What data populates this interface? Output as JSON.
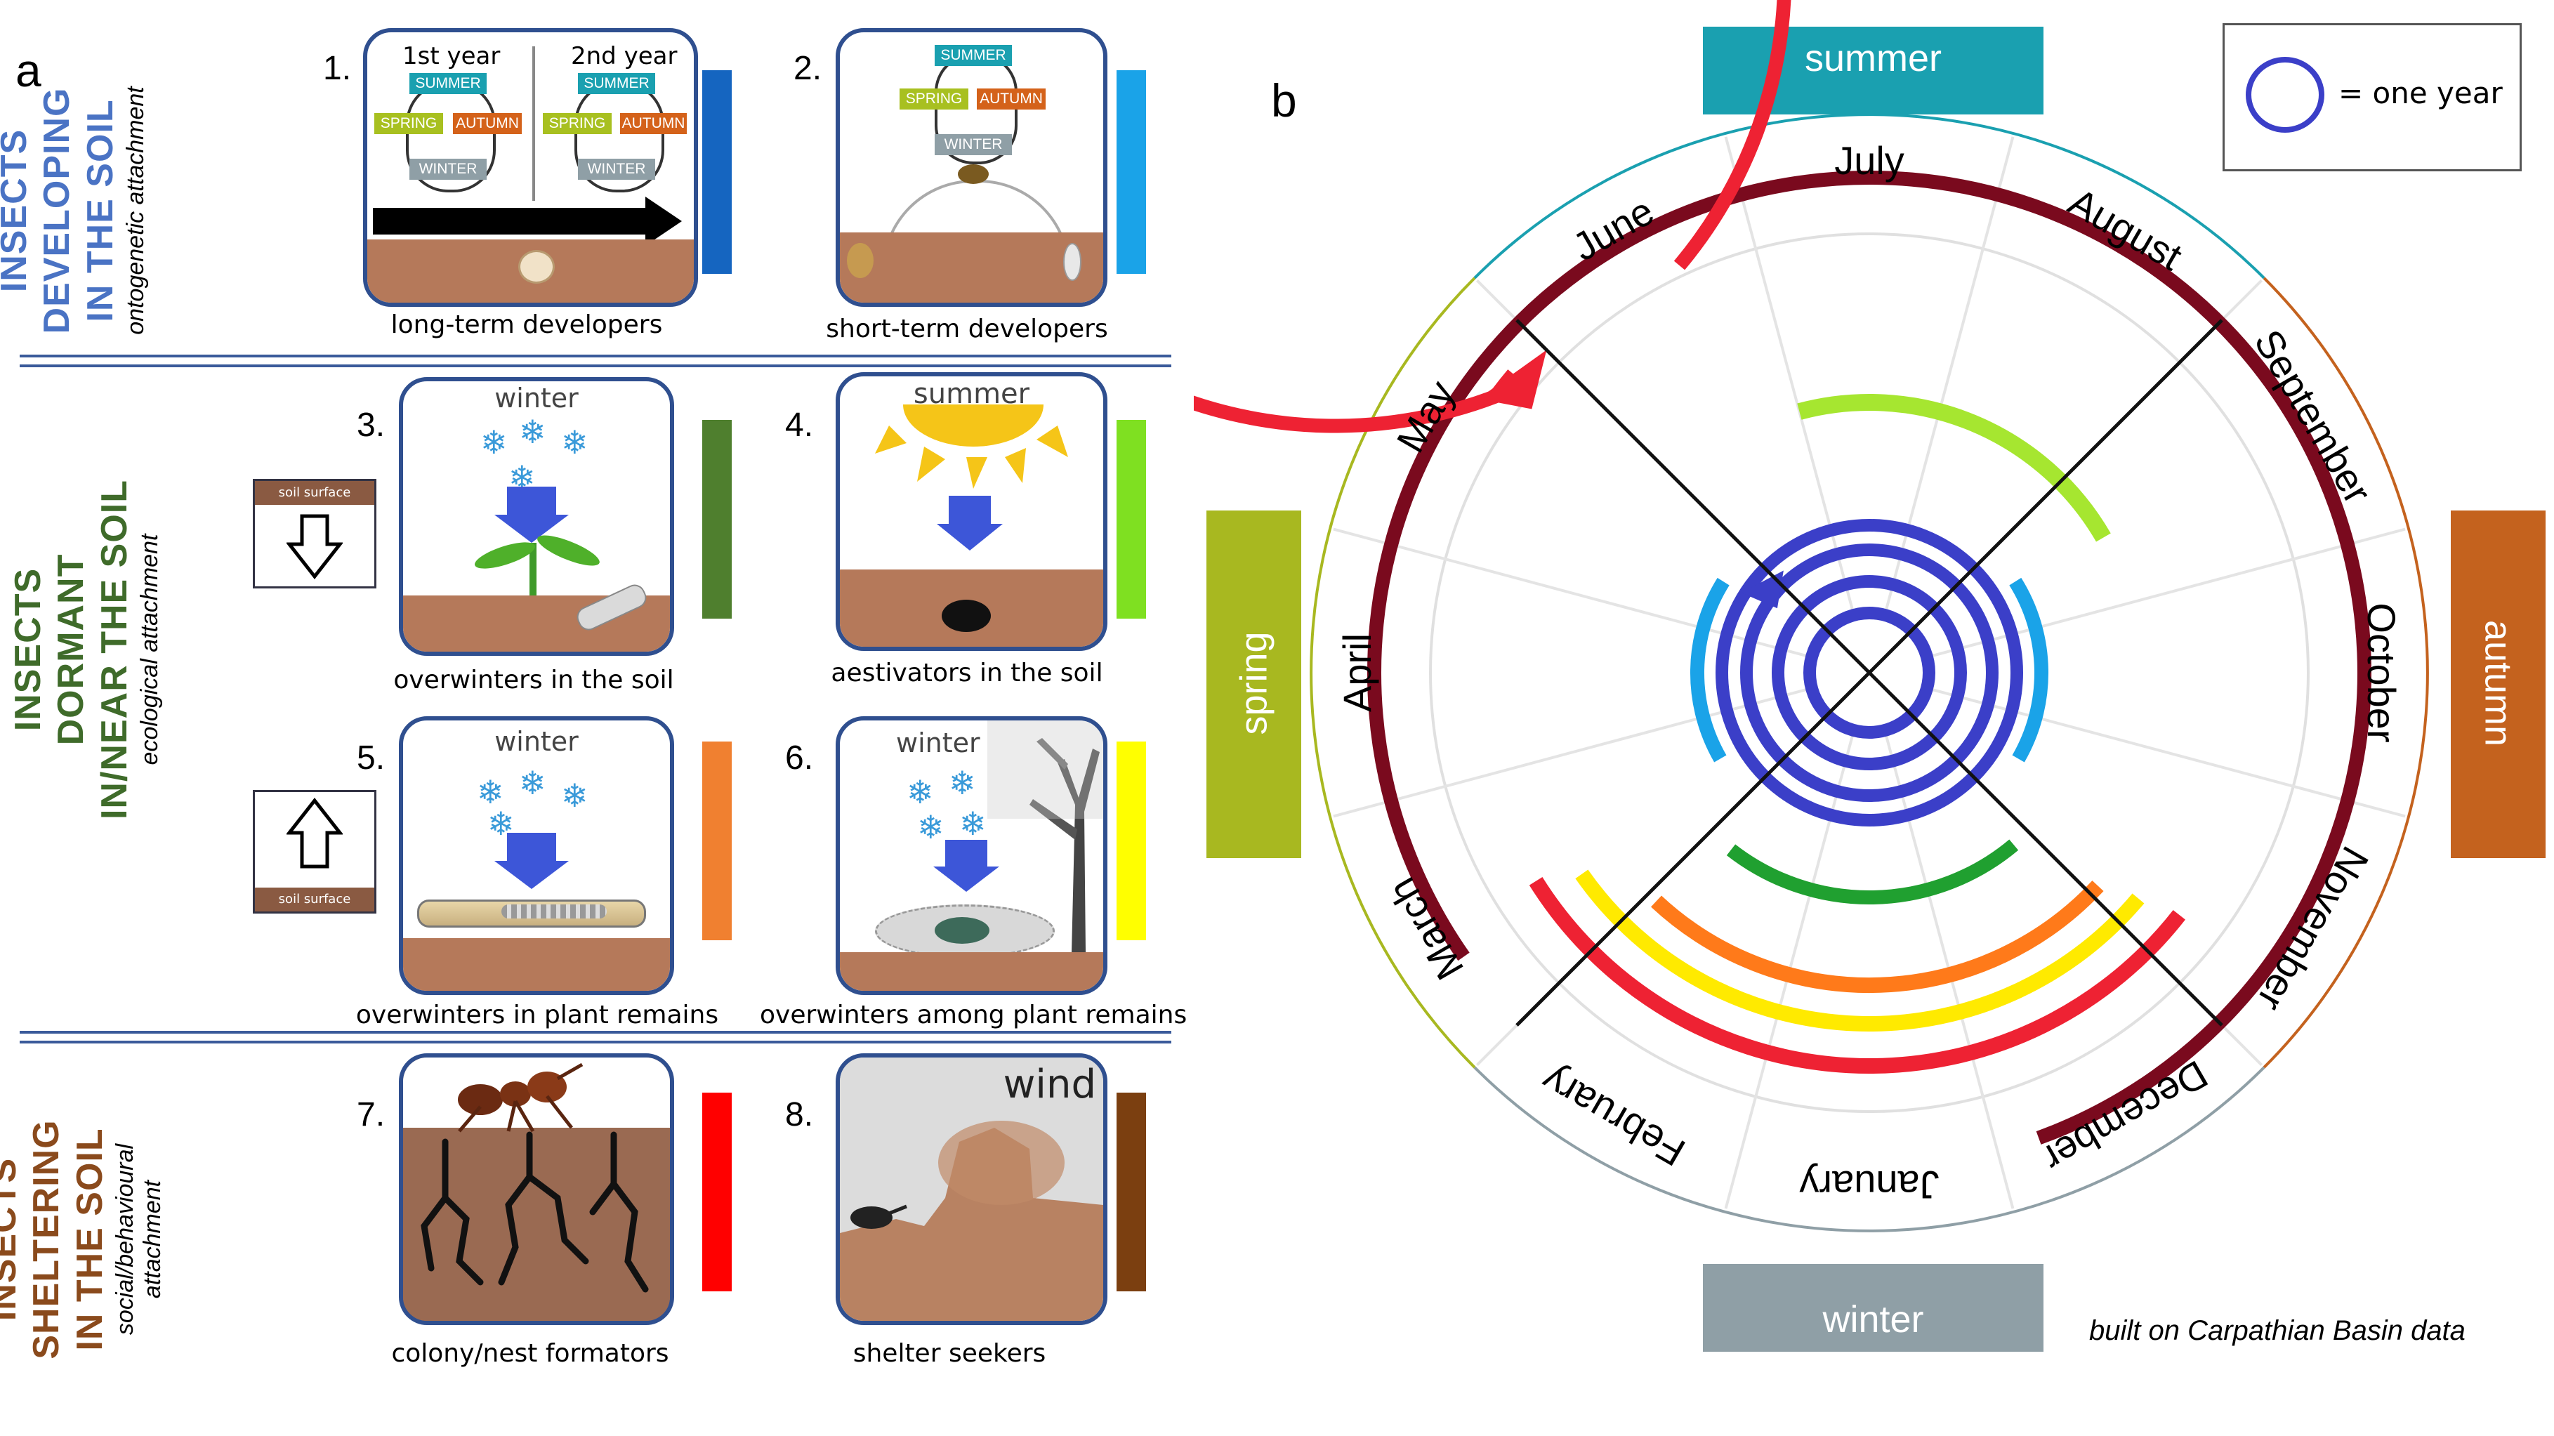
{
  "panel_a_label": "a",
  "panel_b_label": "b",
  "groups": [
    {
      "main": [
        "INSECTS",
        "DEVELOPING",
        "IN THE SOIL"
      ],
      "sub": "ontogenetic attachment",
      "color": "#4a73c4"
    },
    {
      "main": [
        "INSECTS",
        "DORMANT",
        "IN/NEAR THE SOIL"
      ],
      "sub": "ecological attachment",
      "color": "#3f6b2a"
    },
    {
      "main": [
        "INSECTS",
        "SHELTERING",
        "IN THE SOIL"
      ],
      "sub": [
        "social/behavioural",
        "attachment"
      ],
      "color": "#8a4a1c"
    }
  ],
  "card1": {
    "number": "1.",
    "year1": "1st year",
    "year2": "2nd year",
    "seasons": {
      "summer": "SUMMER",
      "spring": "SPRING",
      "autumn": "AUTUMN",
      "winter": "WINTER"
    },
    "caption": "long-term developers",
    "bar_color": "#1565c0"
  },
  "card2": {
    "number": "2.",
    "seasons": {
      "summer": "SUMMER",
      "spring": "SPRING",
      "autumn": "AUTUMN",
      "winter": "WINTER"
    },
    "caption": "short-term developers",
    "bar_color": "#1aa3e8"
  },
  "card3": {
    "number": "3.",
    "title": "winter",
    "caption": "overwinters  in the soil",
    "bar_color": "#4f7f2e"
  },
  "card4": {
    "number": "4.",
    "title": "summer",
    "caption": "aestivators in the soil",
    "bar_color": "#7fe021"
  },
  "card5": {
    "number": "5.",
    "title": "winter",
    "caption": "overwinters  in plant remains",
    "bar_color": "#f08030"
  },
  "card6": {
    "number": "6.",
    "title": "winter",
    "caption": "overwinters  among plant remains",
    "bar_color": "#ffff00"
  },
  "card7": {
    "number": "7.",
    "caption": "colony/nest formators",
    "bar_color": "#ff0000"
  },
  "card8": {
    "number": "8.",
    "title": "wind",
    "caption": "shelter seekers",
    "bar_color": "#7b3f10"
  },
  "inset_down": {
    "label": "soil surface"
  },
  "inset_up": {
    "label": "soil surface"
  },
  "seasons_tabs": {
    "summer": {
      "label": "summer",
      "color": "#1aa0b0"
    },
    "autumn": {
      "label": "autumn",
      "color": "#c4621e"
    },
    "winter": {
      "label": "winter",
      "color": "#8f9fa6"
    },
    "spring": {
      "label": "spring",
      "color": "#a8b820"
    }
  },
  "months": [
    "July",
    "August",
    "September",
    "October",
    "November",
    "December",
    "January",
    "February",
    "March",
    "April",
    "May",
    "June"
  ],
  "legend": {
    "text": "= one year",
    "circle_color": "#3b3fc8"
  },
  "footnote": "built on Carpathian Basin data"
}
